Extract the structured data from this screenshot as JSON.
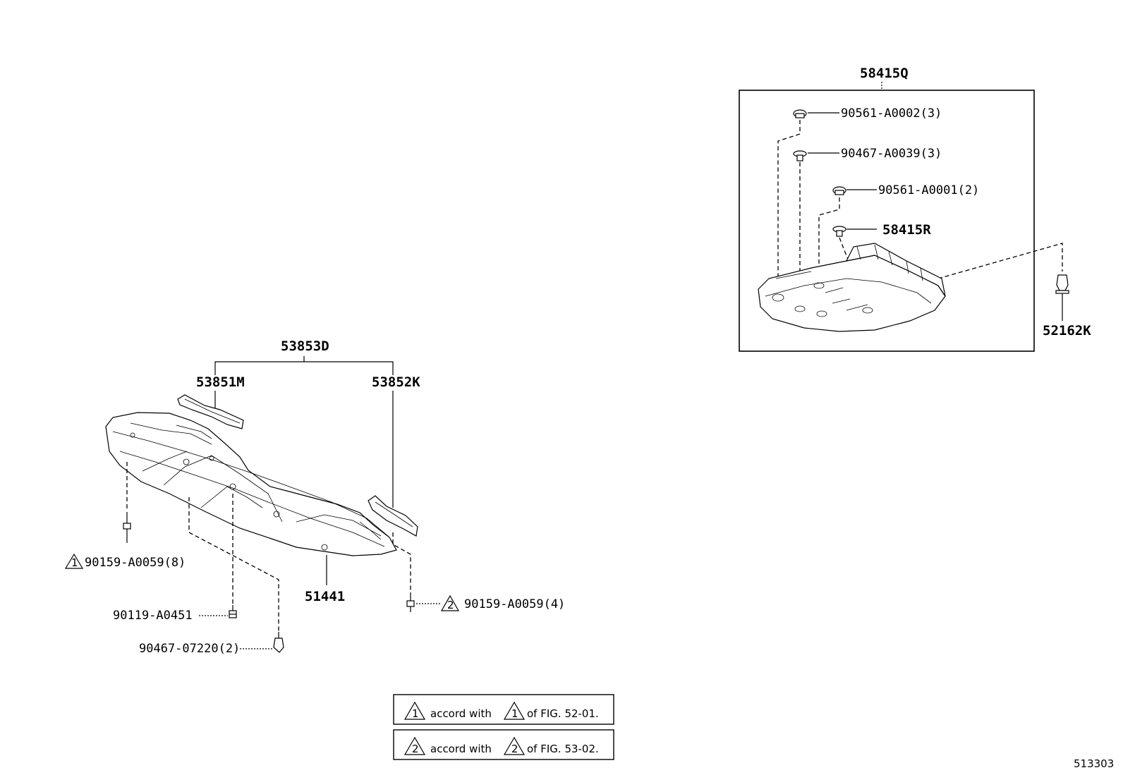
{
  "figure_code": "513303",
  "left_assembly": {
    "assembly_label": "53853D",
    "left_bracket_label": "53851M",
    "right_bracket_label": "53852K",
    "cover_label": "51441",
    "left_bolt_label": "90159-A0059(8)",
    "left_bolt_mark": "1",
    "center_bolt_label": "90119-A0451",
    "clip_label": "90467-07220(2)",
    "right_bolt_label": "90159-A0059(4)",
    "right_bolt_mark": "2"
  },
  "right_assembly": {
    "assembly_label": "58415Q",
    "nut1_label": "90561-A0002(3)",
    "clip1_label": "90467-A0039(3)",
    "nut2_label": "90561-A0001(2)",
    "clip2_label": "58415R",
    "pin_label": "52162K"
  },
  "notes": [
    {
      "mark": "1",
      "text": "accord with",
      "mark2": "1",
      "ref": "of FIG. 52-01."
    },
    {
      "mark": "2",
      "text": "accord with",
      "mark2": "2",
      "ref": "of FIG. 53-02."
    }
  ],
  "icons": [
    "warning-triangle-icon",
    "bolt-icon",
    "clip-icon",
    "nut-icon",
    "push-pin-icon"
  ]
}
